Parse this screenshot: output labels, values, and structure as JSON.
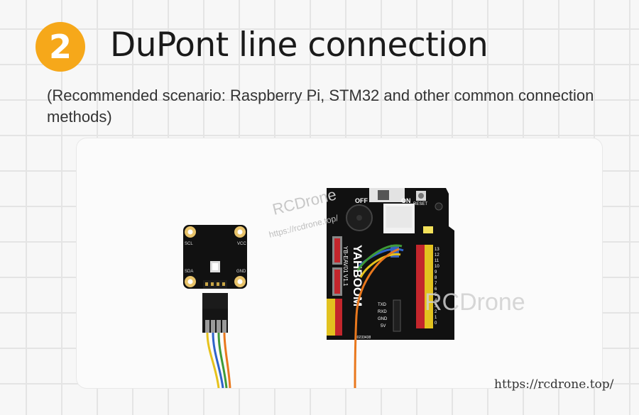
{
  "header": {
    "step_number": "2",
    "title": "DuPont line connection",
    "subtitle": "(Recommended scenario: Raspberry Pi, STM32 and other common connection methods)"
  },
  "watermarks": {
    "brand": "RCDrone",
    "url_small": "https://rcdrone.top/",
    "url_footer": "https://rcdrone.top/"
  },
  "sensor_module": {
    "labels": [
      "SCL",
      "VCC",
      "SDA",
      "GND"
    ]
  },
  "controller_board": {
    "switch_labels": [
      "OFF",
      "ON"
    ],
    "reset_label": "RESET",
    "brand_text": "YAHBOOM",
    "model_text": "YB-EAV01 V1.1",
    "uart_labels": [
      "TXD",
      "RXD",
      "GND",
      "5V"
    ],
    "pin_numbers": [
      "13",
      "12",
      "11",
      "10",
      "9",
      "8",
      "7",
      "6",
      "5",
      "4",
      "3",
      "2",
      "1",
      "0"
    ],
    "serial_code": "00233438"
  },
  "colors": {
    "accent": "#f6a81a",
    "board": "#111111",
    "wire_orange": "#e9781d",
    "wire_yellow": "#e6c21c",
    "wire_green": "#3f9a38",
    "wire_blue": "#2f63c9"
  }
}
